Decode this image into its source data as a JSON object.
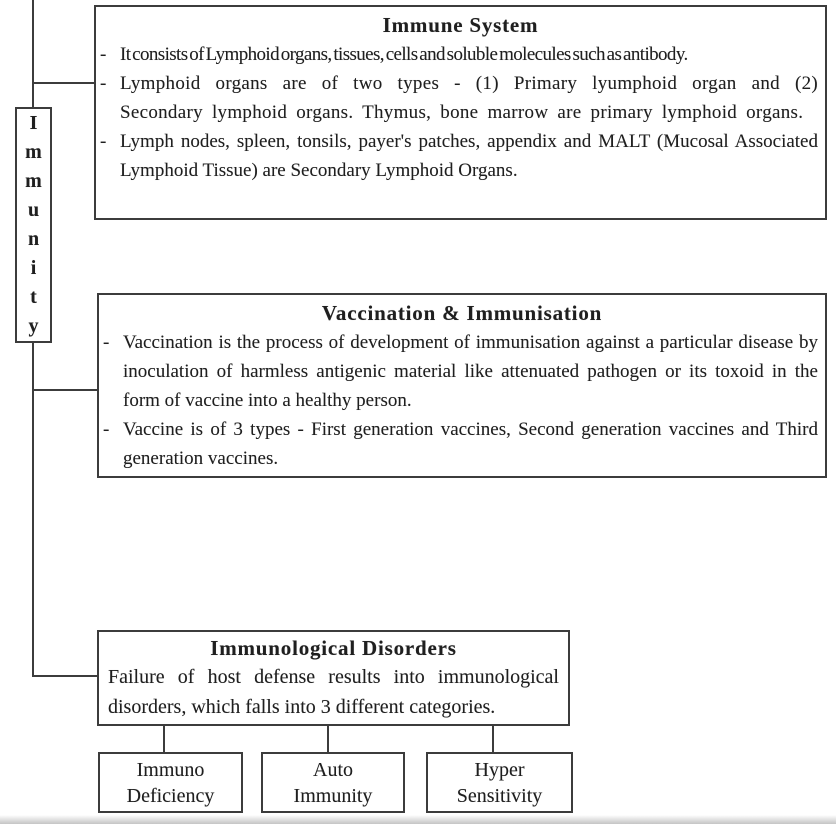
{
  "glyphs": {
    "dash": "-"
  },
  "colors": {
    "line": "#3c3c3c",
    "text": "#1f1f1f",
    "background": "#ffffff"
  },
  "immunity": {
    "word": "Immunity",
    "letters": [
      "I",
      "m",
      "m",
      "u",
      "n",
      "i",
      "t",
      "y"
    ]
  },
  "immune_system": {
    "title": "Immune System",
    "bullets": [
      "It consists of Lymphoid organs, tissues, cells and soluble molecules such as antibody.",
      "Lymphoid organs are of two types - (1) Primary lyumphoid organ and (2) Secondary lymphoid organs. Thymus, bone marrow are primary lymphoid organs.",
      "Lymph nodes, spleen, tonsils, payer's patches, appendix and MALT (Mucosal Associated Lymphoid Tissue) are Secondary Lymphoid Organs."
    ]
  },
  "vaccination": {
    "title": "Vaccination & Immunisation",
    "bullets": [
      "Vaccination is the process of development of immunisation against a particular disease by inoculation of harmless antigenic material like attenuated pathogen or its toxoid in the form of vaccine into a healthy person.",
      "Vaccine is of 3 types - First generation vaccines, Second generation vaccines and Third generation vaccines."
    ]
  },
  "disorders": {
    "title": "Immunological Disorders",
    "body": "Failure of host defense results into immunological disorders, which falls into 3 different categories."
  },
  "categories": [
    {
      "line1": "Immuno",
      "line2": "Deficiency"
    },
    {
      "line1": "Auto",
      "line2": "Immunity"
    },
    {
      "line1": "Hyper",
      "line2": "Sensitivity"
    }
  ]
}
